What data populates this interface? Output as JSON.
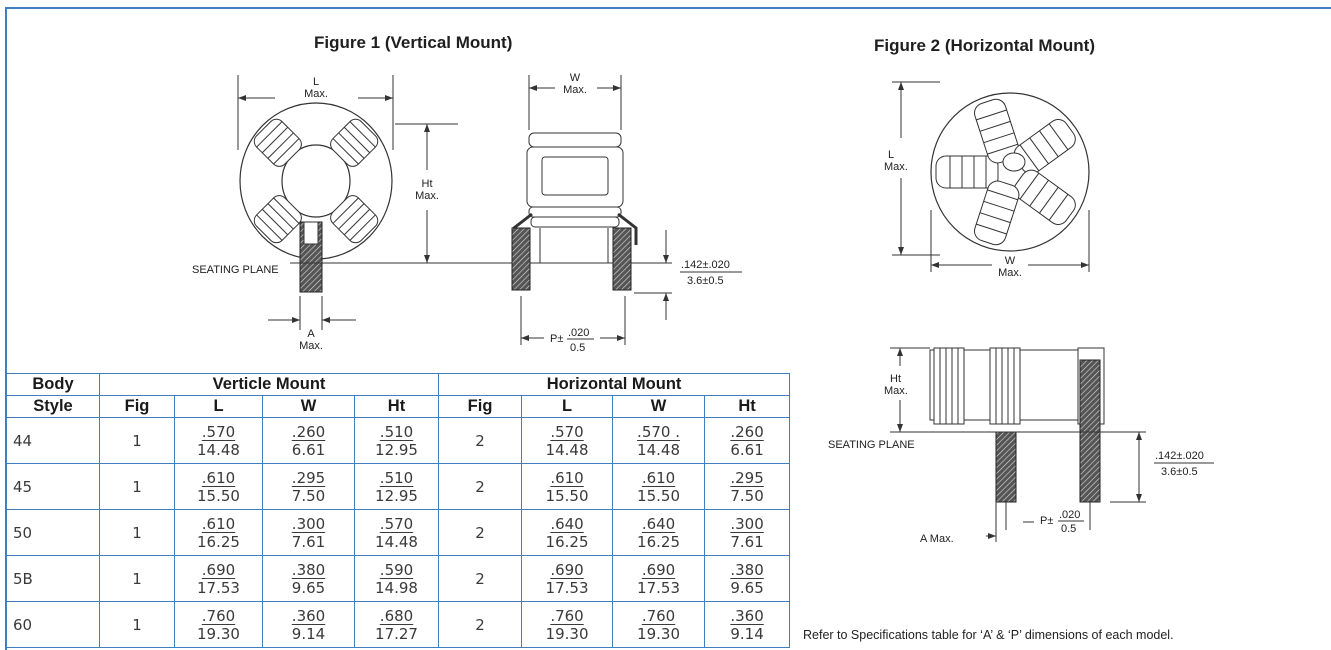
{
  "figure1": {
    "title": "Figure 1 (Vertical Mount)",
    "labels": {
      "l_max": [
        "L",
        "Max."
      ],
      "w_max": [
        "W",
        "Max."
      ],
      "ht_max": [
        "Ht",
        "Max."
      ],
      "a_max": [
        "A",
        "Max."
      ],
      "seating_plane": "SEATING PLANE",
      "lead_tol_top": ".142±.020",
      "lead_tol_bot": "3.6±0.5",
      "p_prefix": "P±",
      "p_tol_top": ".020",
      "p_tol_bot": "0.5"
    }
  },
  "figure2": {
    "title": "Figure 2 (Horizontal Mount)",
    "labels": {
      "l_max": [
        "L",
        "Max."
      ],
      "w_max": [
        "W",
        "Max."
      ],
      "ht_max": [
        "Ht",
        "Max."
      ],
      "seating_plane": "SEATING PLANE",
      "lead_tol_top": ".142±.020",
      "lead_tol_bot": "3.6±0.5",
      "p_prefix": "P±",
      "p_tol_top": ".020",
      "p_tol_bot": "0.5",
      "a_max": "A Max."
    }
  },
  "table": {
    "header_body": [
      "Body",
      "Style"
    ],
    "group_vertical": "Verticle Mount",
    "group_horizontal": "Horizontal Mount",
    "subheaders": [
      "Fig",
      "L",
      "W",
      "Ht",
      "Fig",
      "L",
      "W",
      "Ht"
    ],
    "rows": [
      {
        "body": "44",
        "v_fig": "1",
        "v_l": [
          ".570",
          "14.48"
        ],
        "v_w": [
          ".260",
          "6.61"
        ],
        "v_ht": [
          ".510",
          "12.95"
        ],
        "h_fig": "2",
        "h_l": [
          ".570",
          "14.48"
        ],
        "h_w": [
          ".570 .",
          "14.48"
        ],
        "h_ht": [
          ".260",
          "6.61"
        ]
      },
      {
        "body": "45",
        "v_fig": "1",
        "v_l": [
          ".610",
          "15.50"
        ],
        "v_w": [
          ".295",
          "7.50"
        ],
        "v_ht": [
          ".510",
          "12.95"
        ],
        "h_fig": "2",
        "h_l": [
          ".610",
          "15.50"
        ],
        "h_w": [
          ".610",
          "15.50"
        ],
        "h_ht": [
          ".295",
          "7.50"
        ]
      },
      {
        "body": "50",
        "v_fig": "1",
        "v_l": [
          ".610",
          "16.25"
        ],
        "v_w": [
          ".300",
          "7.61"
        ],
        "v_ht": [
          ".570",
          "14.48"
        ],
        "h_fig": "2",
        "h_l": [
          ".640",
          "16.25"
        ],
        "h_w": [
          ".640",
          "16.25"
        ],
        "h_ht": [
          ".300",
          "7.61"
        ]
      },
      {
        "body": "5B",
        "v_fig": "1",
        "v_l": [
          ".690",
          "17.53"
        ],
        "v_w": [
          ".380",
          "9.65"
        ],
        "v_ht": [
          ".590",
          "14.98"
        ],
        "h_fig": "2",
        "h_l": [
          ".690",
          "17.53"
        ],
        "h_w": [
          ".690",
          "17.53"
        ],
        "h_ht": [
          ".380",
          "9.65"
        ]
      },
      {
        "body": "60",
        "v_fig": "1",
        "v_l": [
          ".760",
          "19.30"
        ],
        "v_w": [
          ".360",
          "9.14"
        ],
        "v_ht": [
          ".680",
          "17.27"
        ],
        "h_fig": "2",
        "h_l": [
          ".760",
          "19.30"
        ],
        "h_w": [
          ".760",
          "19.30"
        ],
        "h_ht": [
          ".360",
          "9.14"
        ]
      }
    ]
  },
  "note": "Refer to Specifications table for ‘A’ & ‘P’ dimensions of each model."
}
